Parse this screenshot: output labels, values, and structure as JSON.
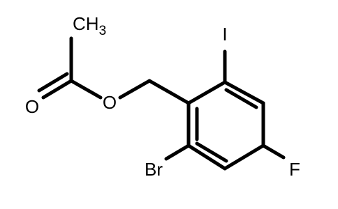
{
  "molecule": {
    "labels": {
      "iodine": "I",
      "bromine": "Br",
      "fluorine": "F",
      "ether_oxygen": "O",
      "carbonyl_oxygen": "O",
      "methyl": "CH",
      "methyl_subscript": "3"
    }
  }
}
